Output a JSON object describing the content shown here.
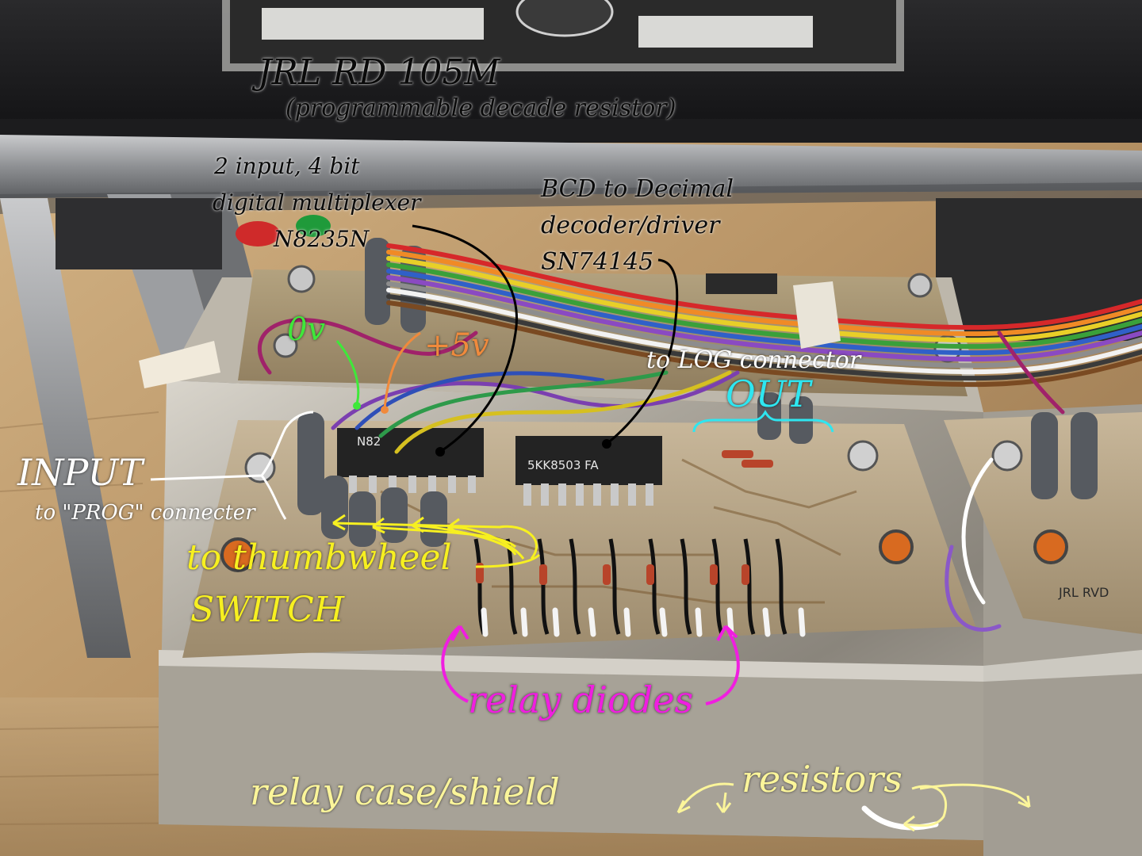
{
  "annotations": {
    "title": "JRL  RD 105M",
    "subtitle": "(programmable decade resistor)",
    "mux_line1": "2 input, 4 bit",
    "mux_line2": "digital multiplexer",
    "mux_line3": "N8235N",
    "decoder_line1": "BCD to Decimal",
    "decoder_line2": "decoder/driver",
    "decoder_line3": "SN74145",
    "zero_v": "0v",
    "plus_5v": "+5v",
    "log_connector": "to LOG connector",
    "out": "OUT",
    "input": "INPUT",
    "prog_connector": "to \"PROG\" connecter",
    "thumbwheel_line1": "to thumbwheel",
    "thumbwheel_line2": "SWITCH",
    "relay_diodes": "relay  diodes",
    "relay_case": "relay  case/shield",
    "resistors": "resistors"
  },
  "chip_markings": {
    "mux_chip": "N82",
    "decoder_chip": "5KK8503 FA",
    "board_label": "JRL RVD"
  },
  "colors": {
    "annotation_black": "#0a0a0a",
    "annotation_white": "#ffffff",
    "annotation_yellow": "#f7f020",
    "annotation_green": "#3fe83a",
    "annotation_orange": "#f08a3c",
    "annotation_cyan": "#2ee6f0",
    "annotation_magenta": "#f01ee0",
    "annotation_pale_yellow": "#fbf59a"
  }
}
